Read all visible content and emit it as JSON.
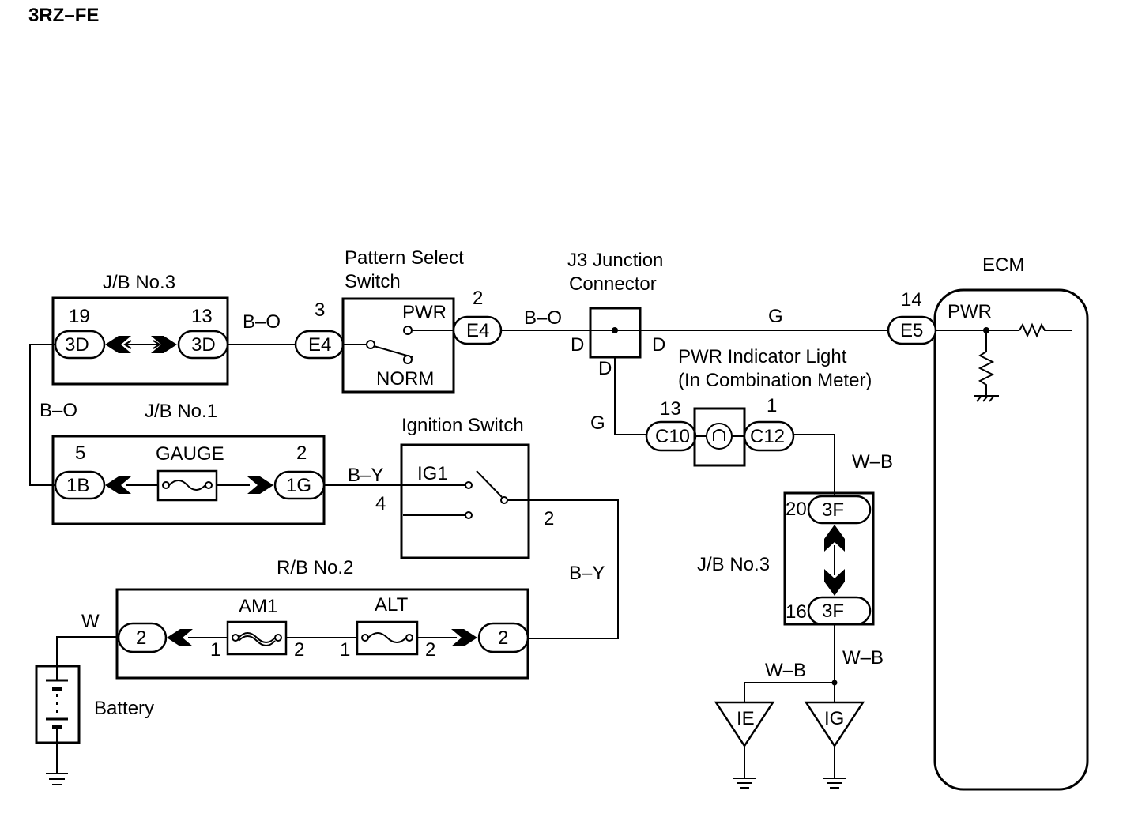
{
  "title": "3RZ–FE",
  "components": {
    "jb3_top": {
      "label": "J/B No.3",
      "pin_left": "19",
      "pin_right": "13",
      "conn_left": "3D",
      "conn_right": "3D"
    },
    "jb1": {
      "label": "J/B No.1",
      "pin_left": "5",
      "pin_right": "2",
      "conn_left": "1B",
      "conn_right": "1G",
      "fuse": "GAUGE"
    },
    "rb2": {
      "label": "R/B No.2",
      "conn_left": "2",
      "conn_right": "2",
      "fuse1": "AM1",
      "fuse1_pin_left": "1",
      "fuse1_pin_right": "2",
      "fuse2": "ALT",
      "fuse2_pin_left": "1",
      "fuse2_pin_right": "2"
    },
    "pattern_switch": {
      "label_line1": "Pattern Select",
      "label_line2": "Switch",
      "pin_in": "3",
      "pin_out": "2",
      "conn_in": "E4",
      "conn_out": "E4",
      "pos_pwr": "PWR",
      "pos_norm": "NORM"
    },
    "j3": {
      "label_line1": "J3 Junction",
      "label_line2": "Connector",
      "pin_left": "D",
      "pin_right": "D",
      "pin_bottom": "D"
    },
    "ecm": {
      "label": "ECM",
      "pin": "14",
      "conn": "E5",
      "terminal": "PWR"
    },
    "indicator": {
      "label_line1": "PWR Indicator Light",
      "label_line2": "(In Combination Meter)",
      "pin_left": "13",
      "pin_right": "1",
      "conn_left": "C10",
      "conn_right": "C12"
    },
    "ignition": {
      "label": "Ignition Switch",
      "terminal": "IG1",
      "pin_in": "4",
      "pin_out": "2"
    },
    "jb3_bottom": {
      "label": "J/B No.3",
      "pin_top": "20",
      "pin_bottom": "16",
      "conn_top": "3F",
      "conn_bottom": "3F"
    },
    "grounds": {
      "ie": "IE",
      "ig": "IG"
    },
    "battery": {
      "label": "Battery"
    }
  },
  "wires": {
    "bo_1": "B–O",
    "bo_2": "B–O",
    "bo_3": "B–O",
    "g_1": "G",
    "g_2": "G",
    "by_1": "B–Y",
    "by_2": "B–Y",
    "w_1": "W",
    "wb_1": "W–B",
    "wb_2": "W–B",
    "wb_3": "W–B"
  }
}
